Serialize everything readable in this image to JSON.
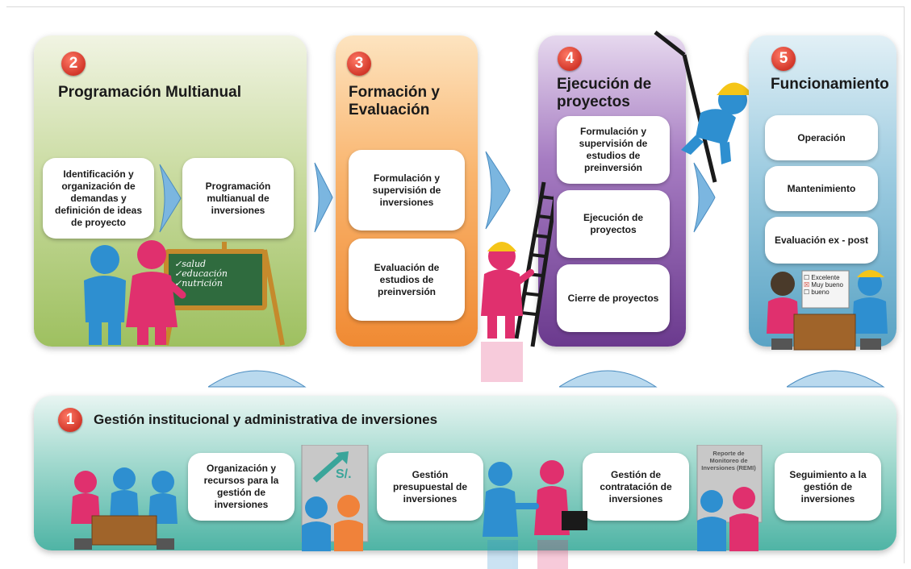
{
  "stage2": {
    "number": "2",
    "title": "Programación Multianual",
    "boxes": [
      "Identificación y organización de demandas y definición de ideas de proyecto",
      "Programación multianual de inversiones"
    ],
    "board_lines": [
      "✓salud",
      "✓educación",
      "✓nutrición"
    ]
  },
  "stage3": {
    "number": "3",
    "title_line1": "Formación y",
    "title_line2": "Evaluación",
    "boxes": [
      "Formulación y supervisión de inversiones",
      "Evaluación de estudios de preinversión"
    ]
  },
  "stage4": {
    "number": "4",
    "title_line1": "Ejecución de",
    "title_line2": "proyectos",
    "boxes": [
      "Formulación y supervisión de estudios de preinversión",
      "Ejecución de proyectos",
      "Cierre de proyectos"
    ]
  },
  "stage5": {
    "number": "5",
    "title": "Funcionamiento",
    "boxes": [
      "Operación",
      "Mantenimiento",
      "Evaluación ex - post"
    ],
    "survey": [
      "Excelente",
      "Muy bueno",
      "bueno"
    ]
  },
  "stage1": {
    "number": "1",
    "title": "Gestión institucional y administrativa de inversiones",
    "boxes": [
      "Organización y recursos para la gestión de inversiones",
      "Gestión presupuestal de inversiones",
      "Gestión de contratación de inversiones",
      "Seguimiento a la gestión de inversiones"
    ],
    "currency_label": "S/.",
    "report_label": "Reporte de Monitoreo de Inversiones (REMI)"
  },
  "colors": {
    "stage1": "#4fb4a5",
    "stage2": "#9ec060",
    "stage3": "#f08a33",
    "stage4": "#6b3a8e",
    "stage5": "#5aa3c4",
    "badge": "#d2372a",
    "person_blue": "#2e8fd0",
    "person_pink": "#e0306e"
  }
}
